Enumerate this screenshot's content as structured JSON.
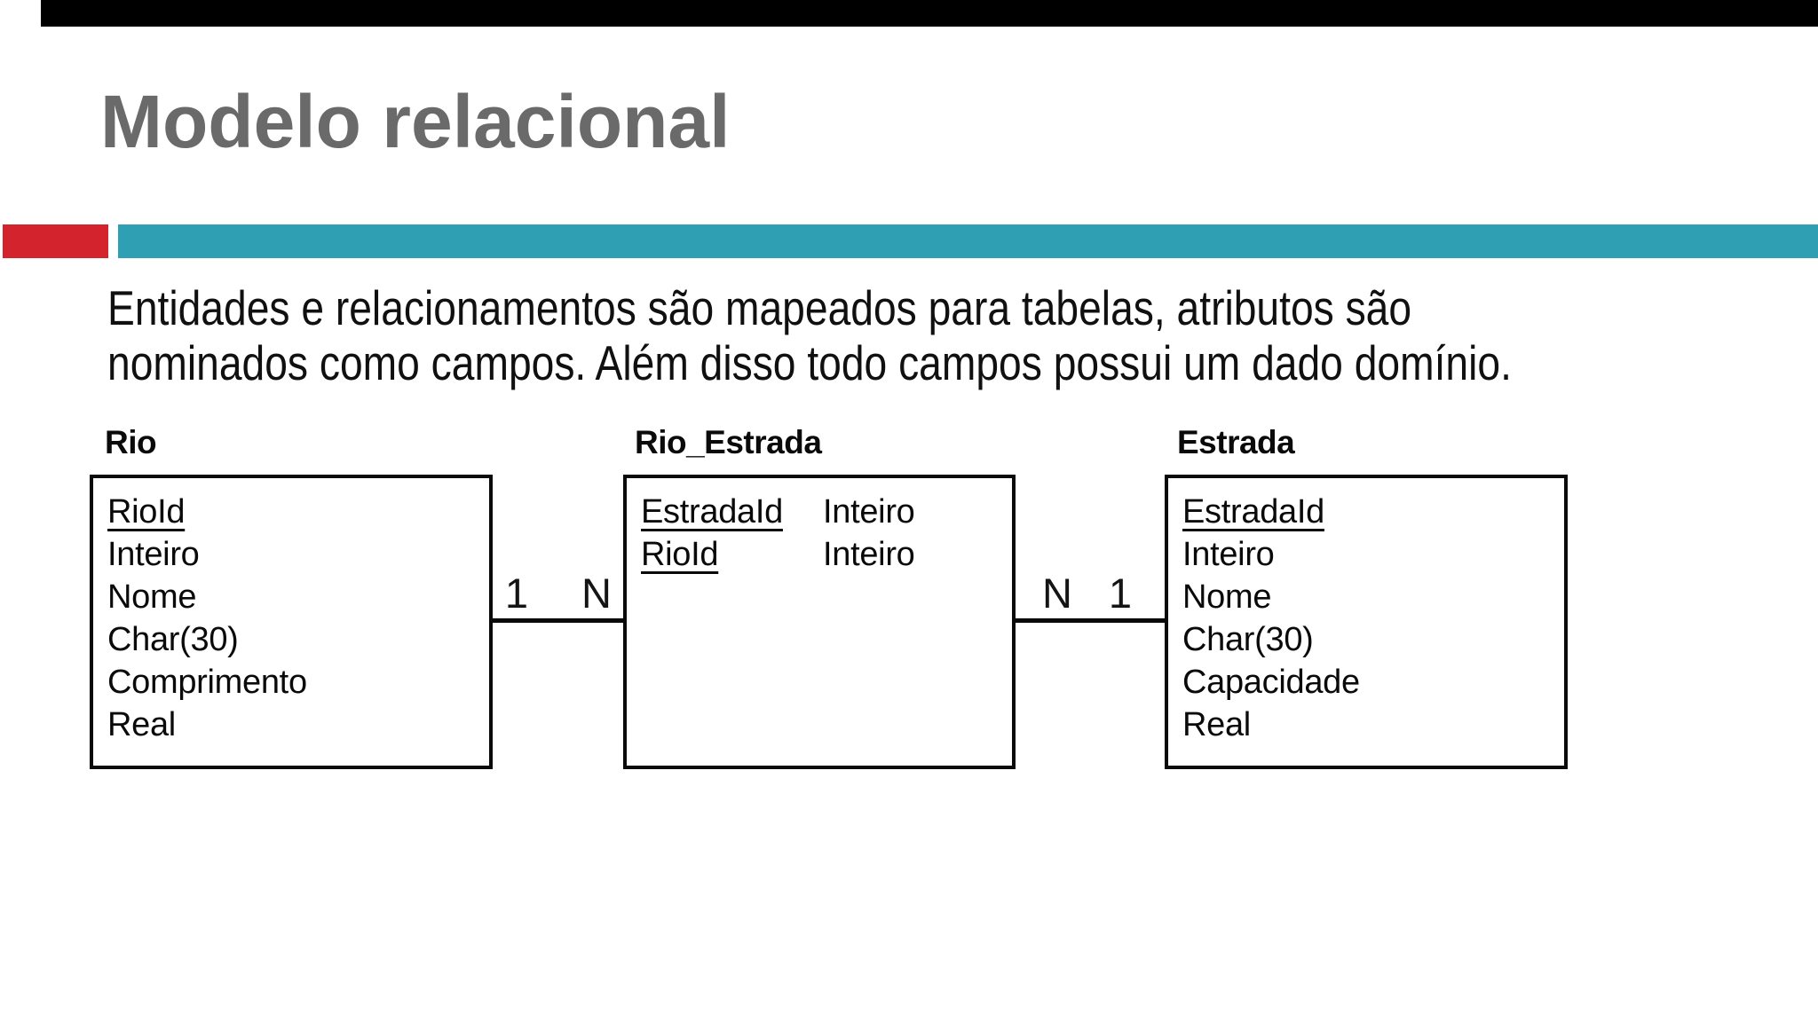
{
  "slide": {
    "title": "Modelo relacional",
    "body": {
      "line1": "Entidades e relacionamentos são mapeados para tabelas, atributos são",
      "line2": "nominados como campos. Além disso todo campos possui um dado domínio."
    },
    "colors": {
      "top_bar": "#000000",
      "accent_red": "#d3242e",
      "accent_teal": "#2f9fb4",
      "title_gray": "#6a6a6a"
    }
  },
  "diagram": {
    "tables": [
      {
        "title": "Rio",
        "rows": [
          {
            "text": "RioId",
            "underline": true
          },
          {
            "text": "Inteiro"
          },
          {
            "text": "Nome"
          },
          {
            "text": "Char(30)"
          },
          {
            "text": "Comprimento"
          },
          {
            "text": "Real"
          }
        ]
      },
      {
        "title": "Rio_Estrada",
        "rows": [
          {
            "text": "EstradaId",
            "underline": true,
            "type": "Inteiro"
          },
          {
            "text": "RioId",
            "underline": true,
            "type": "Inteiro"
          }
        ]
      },
      {
        "title": "Estrada",
        "rows": [
          {
            "text": "EstradaId",
            "underline": true
          },
          {
            "text": "Inteiro"
          },
          {
            "text": "Nome"
          },
          {
            "text": "Char(30)"
          },
          {
            "text": "Capacidade"
          },
          {
            "text": "Real"
          }
        ]
      }
    ],
    "connectors": [
      {
        "labels": [
          "1",
          "N"
        ]
      },
      {
        "labels": [
          "N",
          "1"
        ]
      }
    ]
  }
}
